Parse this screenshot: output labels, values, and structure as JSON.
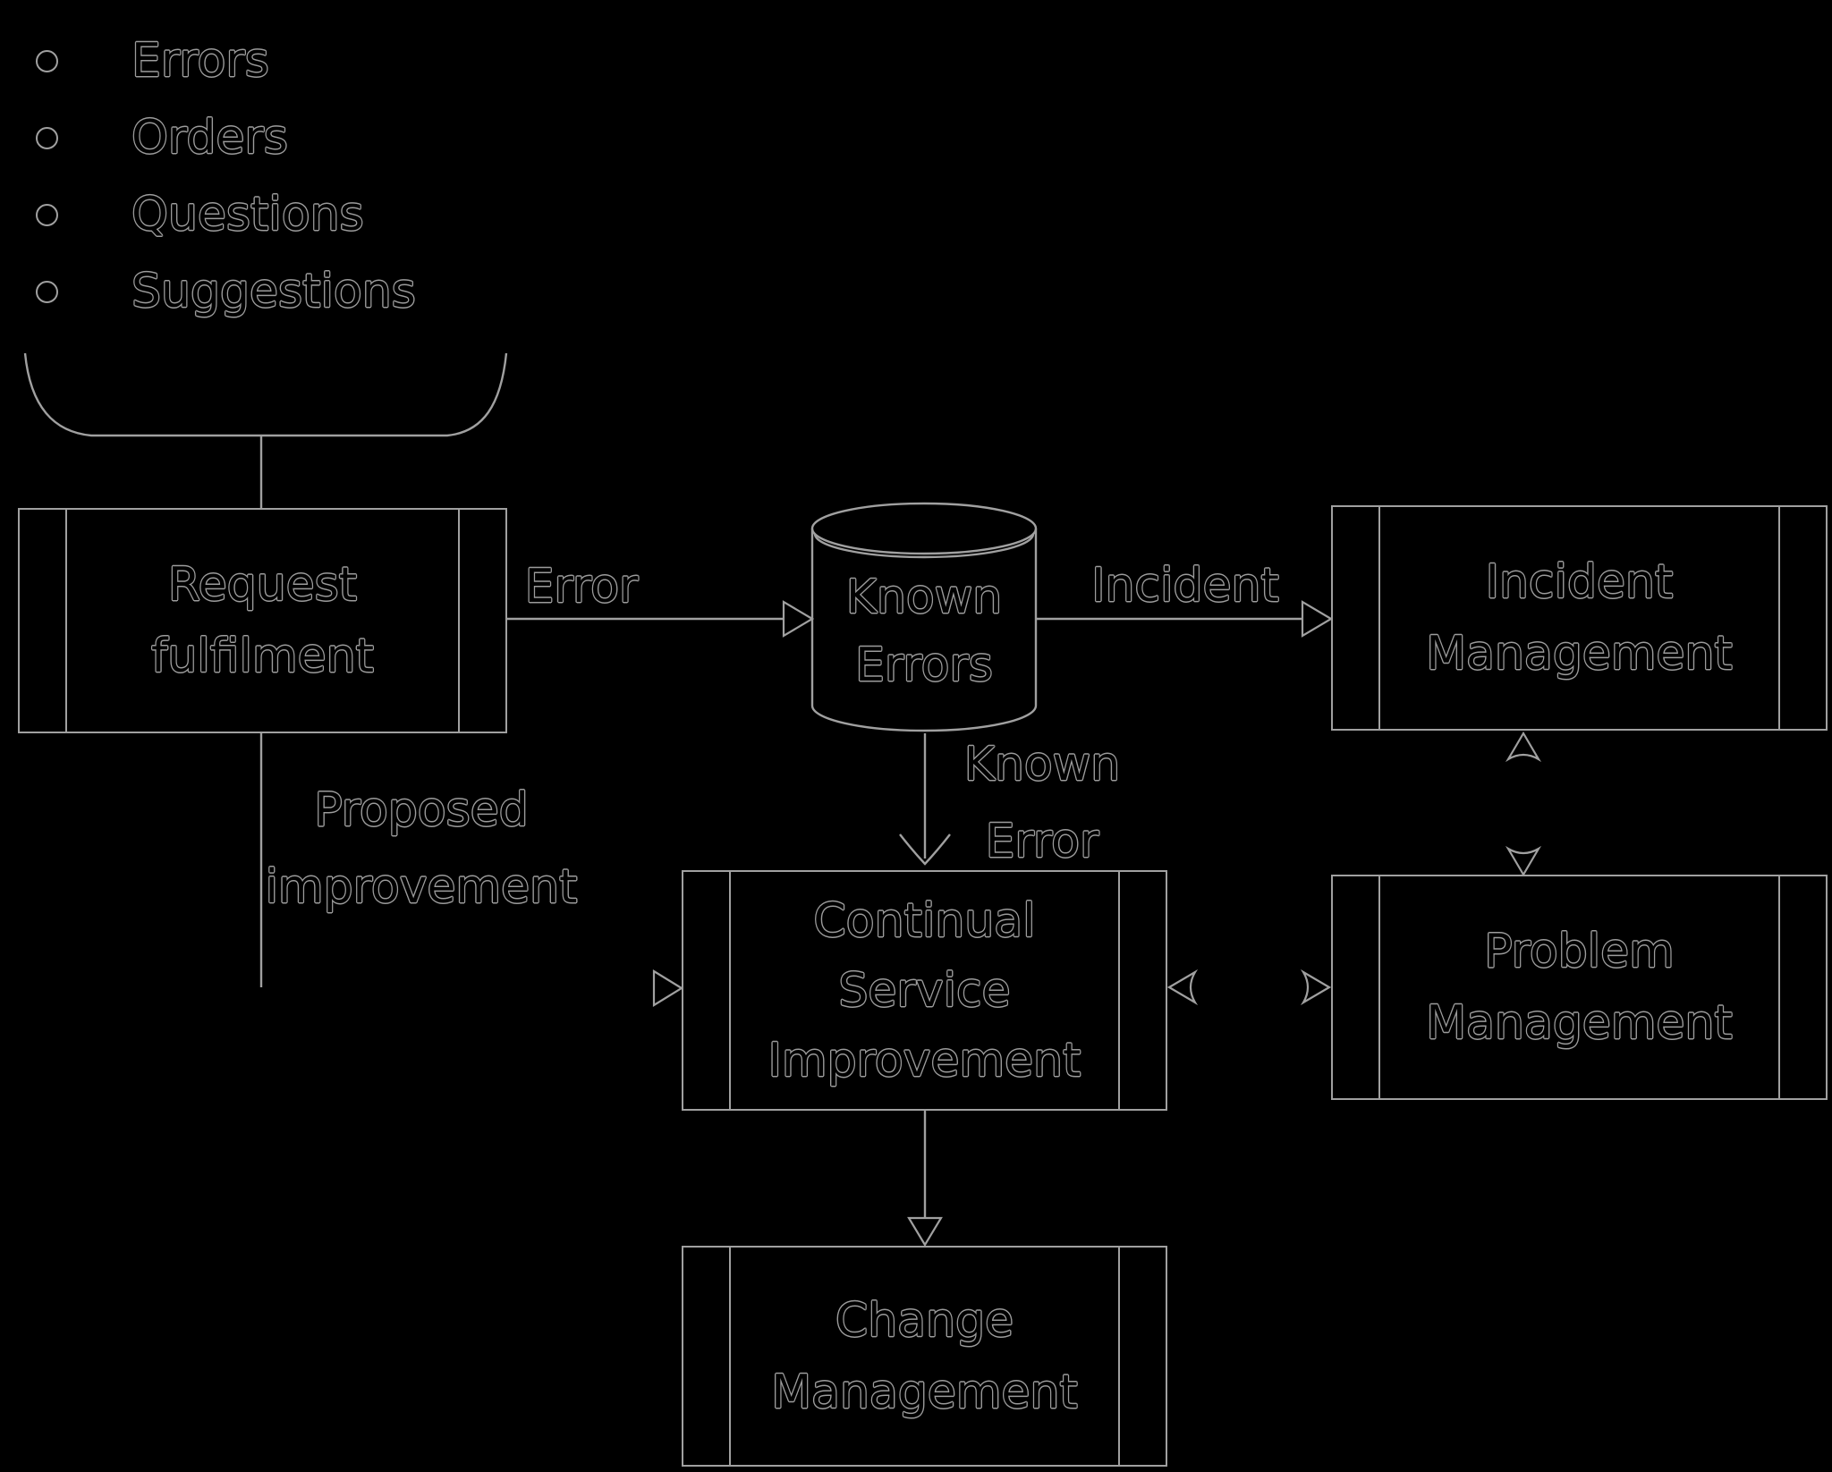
{
  "canvas": {
    "background": "#000000",
    "line_color": "#a0a0a0",
    "text_outline_color": "#9c9c9c"
  },
  "bullet_list": {
    "items": [
      {
        "label": "Errors"
      },
      {
        "label": "Orders"
      },
      {
        "label": "Questions"
      },
      {
        "label": "Suggestions"
      }
    ]
  },
  "nodes": {
    "request_fulfilment": {
      "lines": [
        "Request",
        "fulfilment"
      ]
    },
    "known_errors": {
      "lines": [
        "Known",
        "Errors"
      ]
    },
    "incident_management": {
      "lines": [
        "Incident",
        "Management"
      ]
    },
    "continual_service_improvement": {
      "lines": [
        "Continual",
        "Service",
        "Improvement"
      ]
    },
    "problem_management": {
      "lines": [
        "Problem",
        "Management"
      ]
    },
    "change_management": {
      "lines": [
        "Change",
        "Management"
      ]
    }
  },
  "edge_labels": {
    "error": "Error",
    "incident": "Incident",
    "known_error": {
      "lines": [
        "Known",
        "Error"
      ]
    },
    "proposed_improvement": {
      "lines": [
        "Proposed",
        "improvement"
      ]
    }
  }
}
